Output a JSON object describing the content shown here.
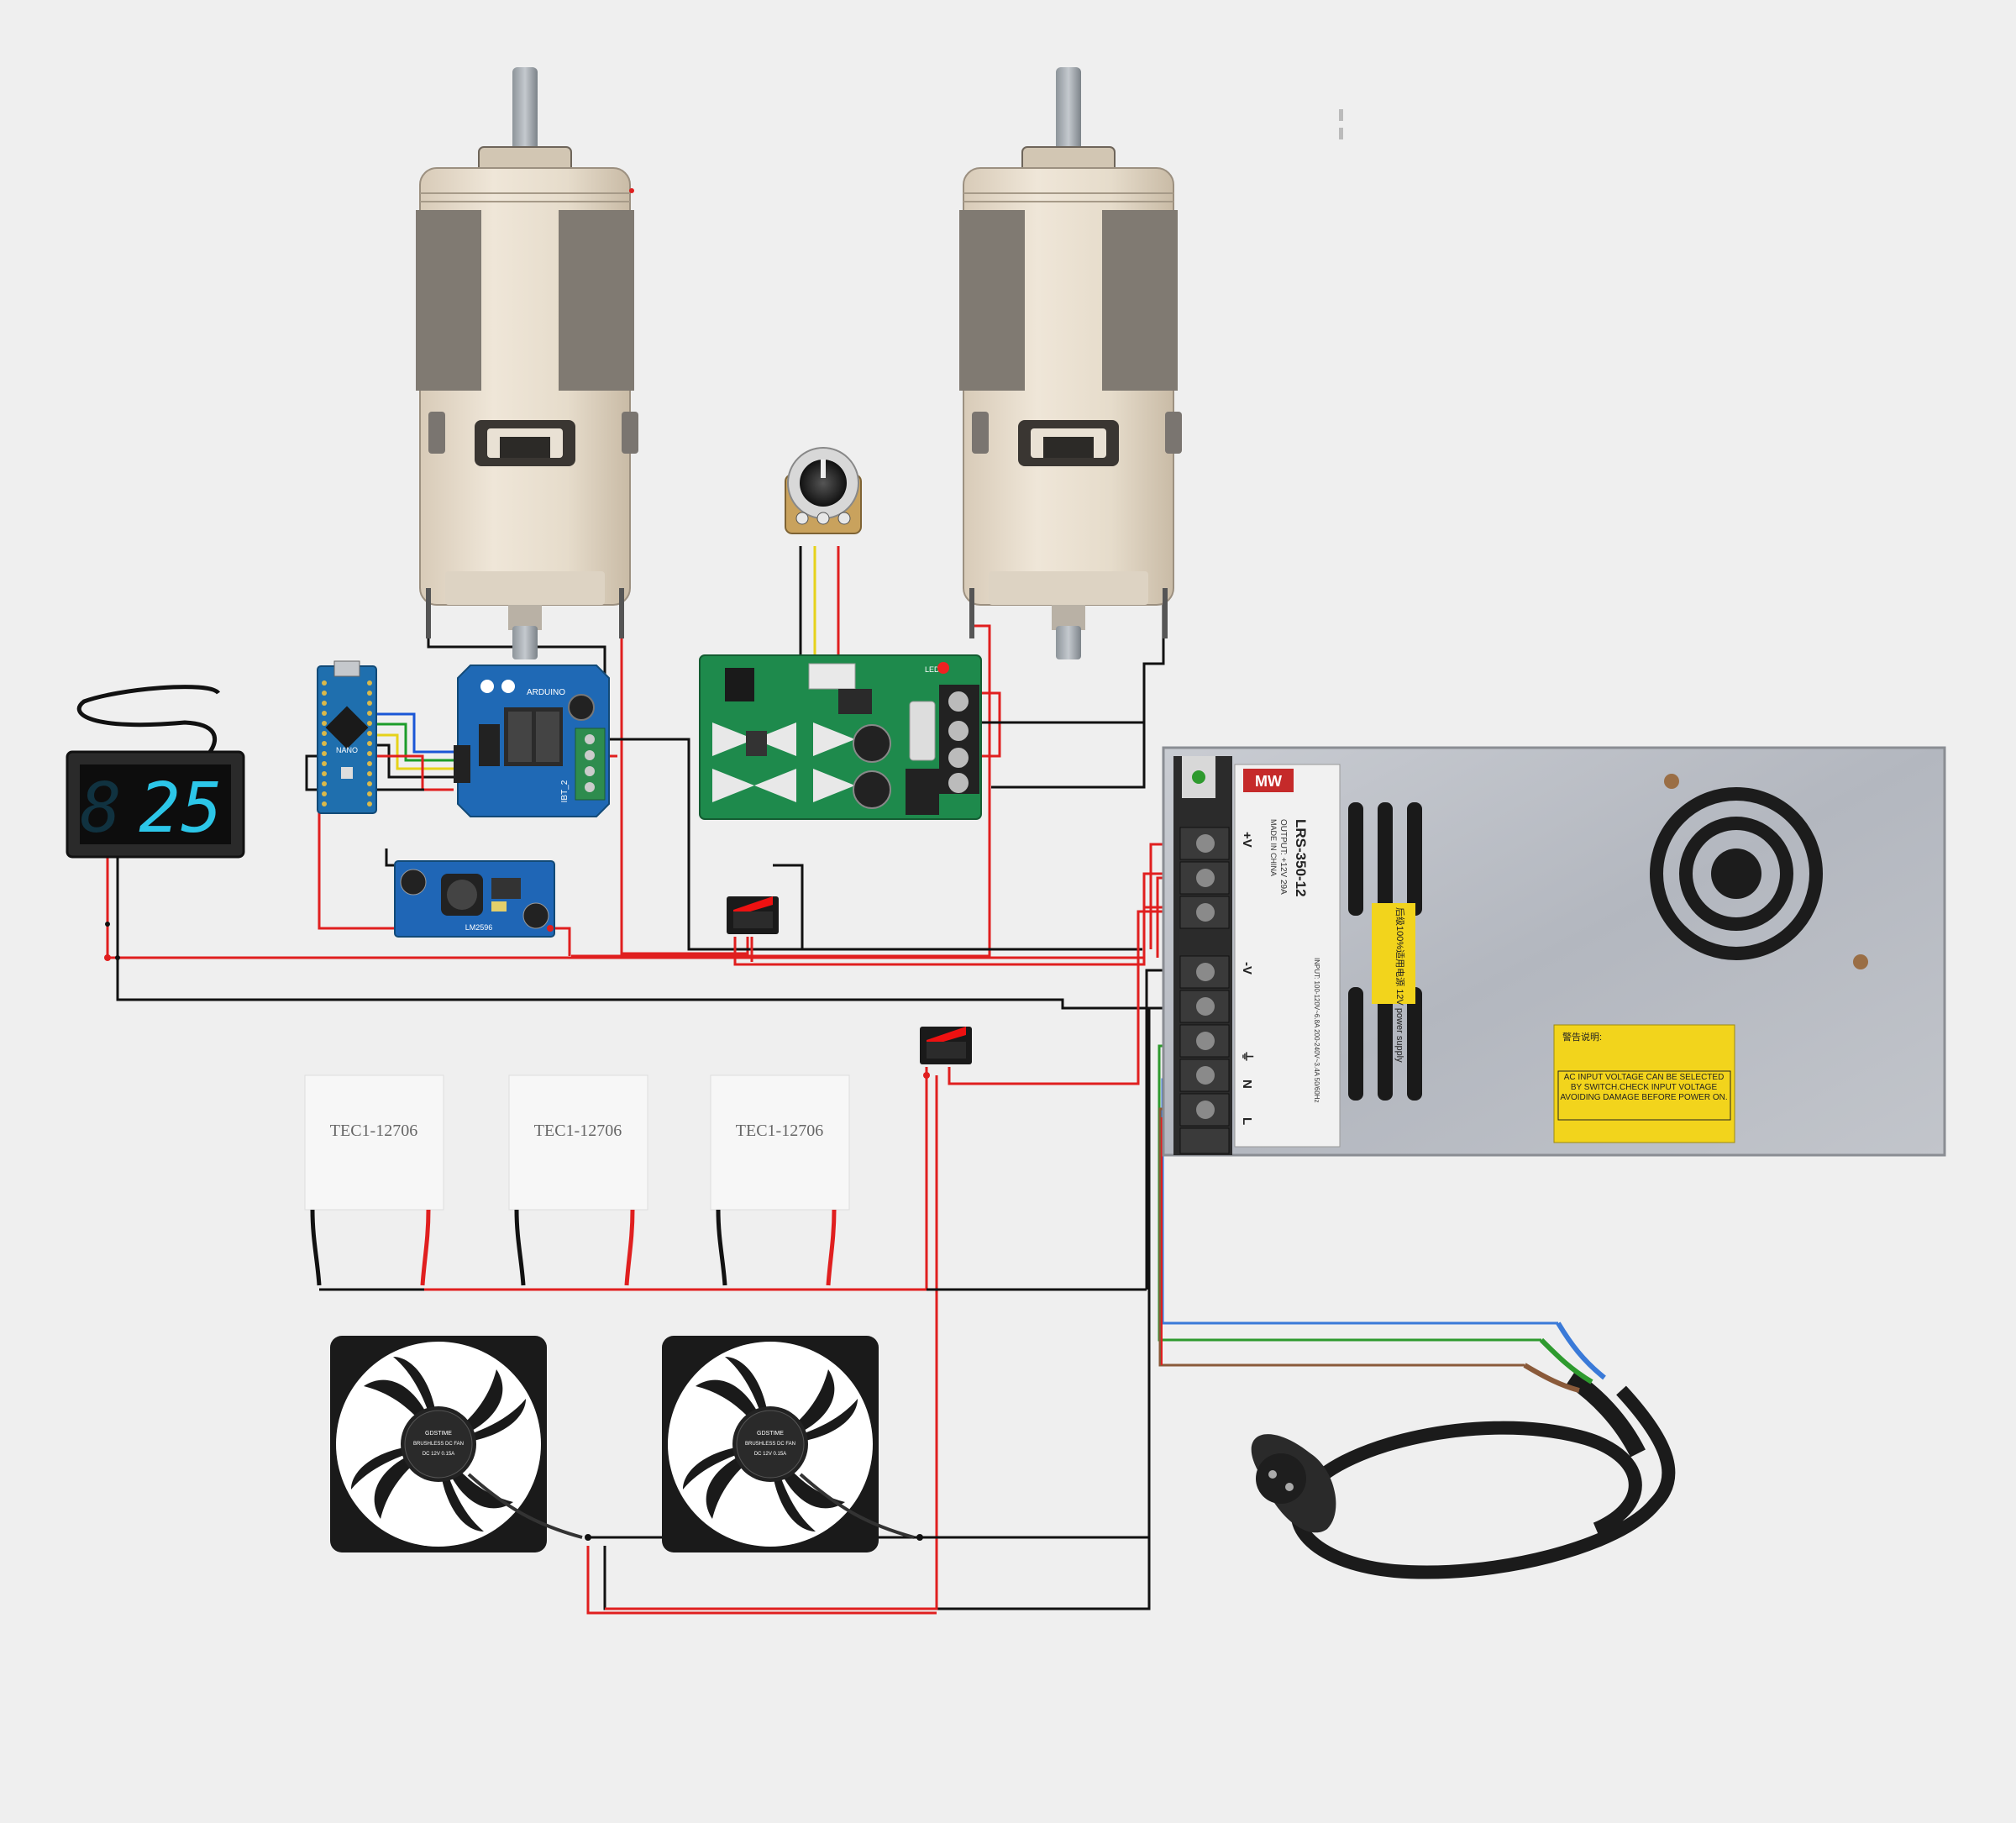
{
  "diagram": {
    "components": {
      "motor_left": {
        "kind": "dc-motor"
      },
      "motor_right": {
        "kind": "dc-motor"
      },
      "potentiometer": {
        "kind": "potentiometer"
      },
      "arduino_nano": {
        "label": "NANO"
      },
      "motor_driver": {
        "label_top": "ARDUINO",
        "label_chip": "IBT_2"
      },
      "pwm_controller": {
        "led_label": "LED"
      },
      "buck_converter": {
        "label": "LM2596"
      },
      "temp_display": {
        "digit1": "8",
        "digit2": "2",
        "digit3": "5"
      },
      "psu": {
        "brand": "MW",
        "model": "LRS-350-12",
        "output": "OUTPUT: +12V 29A",
        "made_in": "MADE IN CHINA",
        "input": "INPUT: 100-120V~6.8A 200-240V~3.4A 50/60Hz",
        "chinese_label": "后级100%适用电源 12V power supply",
        "warning_cn": "警告说明:",
        "warning_en": "AC INPUT VOLTAGE CAN BE SELECTED BY SWITCH.CHECK INPUT VOLTAGE AVOIDING DAMAGE BEFORE POWER ON.",
        "terminals": [
          "+V",
          "+V",
          "+V",
          "-V",
          "-V",
          "-V",
          "⏚",
          "N",
          "L"
        ]
      },
      "peltiers": [
        {
          "label": "TEC1-12706"
        },
        {
          "label": "TEC1-12706"
        },
        {
          "label": "TEC1-12706"
        }
      ],
      "fans": [
        {
          "brand": "GDSTIME",
          "type": "BRUSHLESS DC FAN",
          "rating": "DC 12V 0.15A"
        },
        {
          "brand": "GDSTIME",
          "type": "BRUSHLESS DC FAN",
          "rating": "DC 12V 0.15A"
        }
      ],
      "switches": [
        {
          "kind": "rocker-switch"
        },
        {
          "kind": "rocker-switch"
        }
      ],
      "power_plug": {
        "kind": "schuko-plug"
      }
    },
    "wire_colors": {
      "positive": "#e01f1f",
      "negative": "#111111",
      "signal_blue": "#1a56d6",
      "signal_green": "#1c9c2a",
      "signal_yellow": "#e6d21a",
      "earth": "#2e9a2e",
      "neutral": "#3a7ad8",
      "live": "#8a5a3a"
    }
  }
}
